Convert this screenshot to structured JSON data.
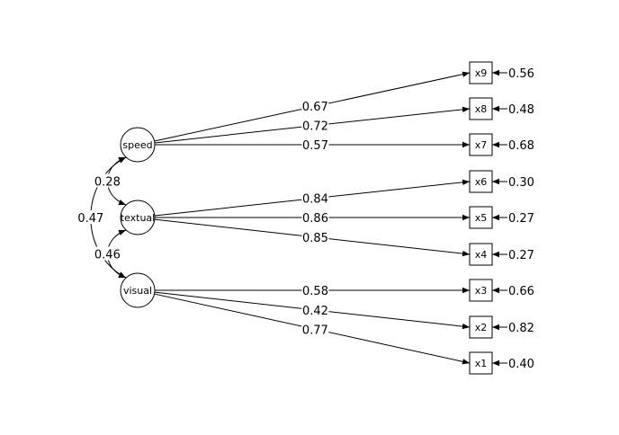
{
  "latent_factors": [
    {
      "id": "speed",
      "label": "speed"
    },
    {
      "id": "textual",
      "label": "textual"
    },
    {
      "id": "visual",
      "label": "visual"
    }
  ],
  "indicators": [
    {
      "id": "x9",
      "label": "x9",
      "residual": "0.56"
    },
    {
      "id": "x8",
      "label": "x8",
      "residual": "0.48"
    },
    {
      "id": "x7",
      "label": "x7",
      "residual": "0.68"
    },
    {
      "id": "x6",
      "label": "x6",
      "residual": "0.30"
    },
    {
      "id": "x5",
      "label": "x5",
      "residual": "0.27"
    },
    {
      "id": "x4",
      "label": "x4",
      "residual": "0.27"
    },
    {
      "id": "x3",
      "label": "x3",
      "residual": "0.66"
    },
    {
      "id": "x2",
      "label": "x2",
      "residual": "0.82"
    },
    {
      "id": "x1",
      "label": "x1",
      "residual": "0.40"
    }
  ],
  "loadings": [
    {
      "from": "speed",
      "to": "x9",
      "value": "0.67"
    },
    {
      "from": "speed",
      "to": "x8",
      "value": "0.72"
    },
    {
      "from": "speed",
      "to": "x7",
      "value": "0.57"
    },
    {
      "from": "textual",
      "to": "x6",
      "value": "0.84"
    },
    {
      "from": "textual",
      "to": "x5",
      "value": "0.86"
    },
    {
      "from": "textual",
      "to": "x4",
      "value": "0.85"
    },
    {
      "from": "visual",
      "to": "x3",
      "value": "0.58"
    },
    {
      "from": "visual",
      "to": "x2",
      "value": "0.42"
    },
    {
      "from": "visual",
      "to": "x1",
      "value": "0.77"
    }
  ],
  "covariances": [
    {
      "a": "speed",
      "b": "textual",
      "value": "0.28"
    },
    {
      "a": "textual",
      "b": "visual",
      "value": "0.46"
    },
    {
      "a": "speed",
      "b": "visual",
      "value": "0.47"
    }
  ]
}
